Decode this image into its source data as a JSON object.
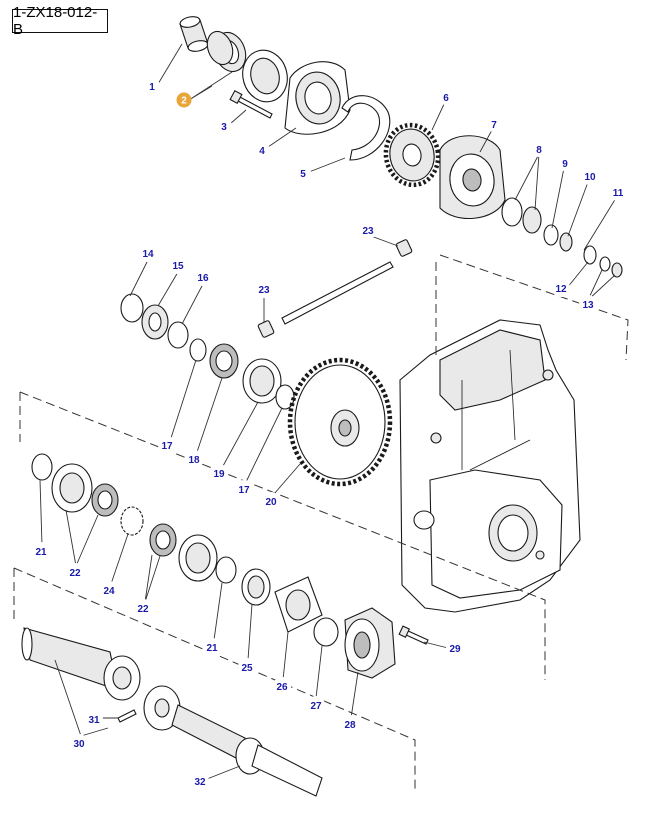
{
  "reference": "1-ZX18-012-B",
  "colors": {
    "callout_text": "#1a1aa8",
    "callout_highlight": "#e8a53a",
    "callout_highlight_text": "#ffffff"
  },
  "callouts": [
    {
      "id": "c1",
      "label": "1"
    },
    {
      "id": "c2",
      "label": "2",
      "highlight": true
    },
    {
      "id": "c3",
      "label": "3"
    },
    {
      "id": "c4",
      "label": "4"
    },
    {
      "id": "c5",
      "label": "5"
    },
    {
      "id": "c6",
      "label": "6"
    },
    {
      "id": "c7",
      "label": "7"
    },
    {
      "id": "c8",
      "label": "8"
    },
    {
      "id": "c9",
      "label": "9"
    },
    {
      "id": "c10",
      "label": "10"
    },
    {
      "id": "c11",
      "label": "11"
    },
    {
      "id": "c12",
      "label": "12"
    },
    {
      "id": "c13",
      "label": "13"
    },
    {
      "id": "c14",
      "label": "14"
    },
    {
      "id": "c15",
      "label": "15"
    },
    {
      "id": "c16",
      "label": "16"
    },
    {
      "id": "c17a",
      "label": "17"
    },
    {
      "id": "c17b",
      "label": "17"
    },
    {
      "id": "c18",
      "label": "18"
    },
    {
      "id": "c19",
      "label": "19"
    },
    {
      "id": "c20",
      "label": "20"
    },
    {
      "id": "c21a",
      "label": "21"
    },
    {
      "id": "c21b",
      "label": "21"
    },
    {
      "id": "c22a",
      "label": "22"
    },
    {
      "id": "c22b",
      "label": "22"
    },
    {
      "id": "c23a",
      "label": "23"
    },
    {
      "id": "c23b",
      "label": "23"
    },
    {
      "id": "c24",
      "label": "24"
    },
    {
      "id": "c25",
      "label": "25"
    },
    {
      "id": "c26",
      "label": "26"
    },
    {
      "id": "c27",
      "label": "27"
    },
    {
      "id": "c28",
      "label": "28"
    },
    {
      "id": "c29",
      "label": "29"
    },
    {
      "id": "c30",
      "label": "30"
    },
    {
      "id": "c31",
      "label": "31"
    },
    {
      "id": "c32",
      "label": "32"
    }
  ]
}
